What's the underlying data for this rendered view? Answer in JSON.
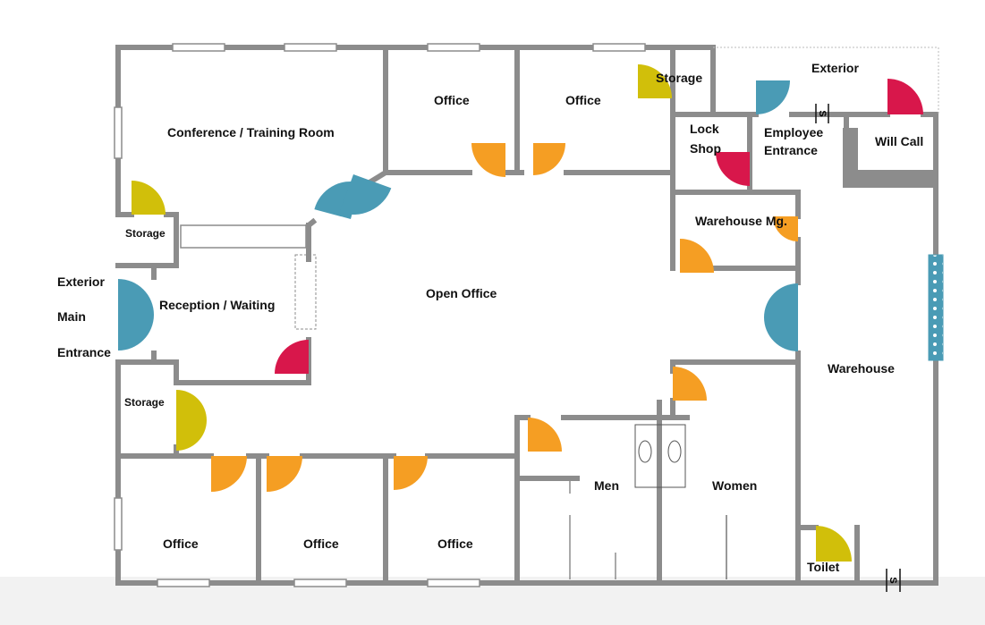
{
  "colors": {
    "wall": "#8c8c8c",
    "door_blue": "#4a9bb5",
    "door_orange": "#f59e23",
    "door_yellow": "#d1bf0a",
    "door_red": "#d8174b",
    "background": "#ffffff"
  },
  "rooms": {
    "conference": "Conference / Training Room",
    "office_top_1": "Office",
    "office_top_2": "Office",
    "storage_top": "Storage",
    "exterior_top": "Exterior",
    "lock_shop_line1": "Lock",
    "lock_shop_line2": "Shop",
    "employee_entrance_line1": "Employee",
    "employee_entrance_line2": "Entrance",
    "will_call": "Will Call",
    "storage_left": "Storage",
    "warehouse_mgr": "Warehouse Mg.",
    "exterior_left": "Exterior",
    "main": "Main",
    "entrance": "Entrance",
    "reception": "Reception / Waiting",
    "open_office": "Open Office",
    "warehouse": "Warehouse",
    "storage_bottom": "Storage",
    "men": "Men",
    "women": "Women",
    "office_bottom_1": "Office",
    "office_bottom_2": "Office",
    "office_bottom_3": "Office",
    "toilet": "Toilet"
  },
  "symbols": {
    "switch_mark": "S"
  }
}
